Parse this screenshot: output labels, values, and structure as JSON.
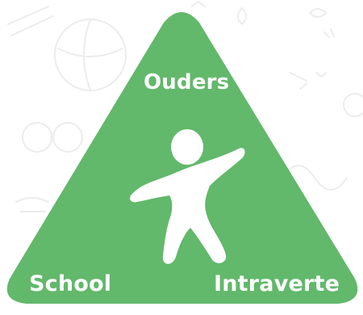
{
  "colors": {
    "triangle_fill": "#62b86b",
    "label_text": "#ffffff",
    "figure_fill": "#ffffff",
    "doodle_stroke": "#ececec"
  },
  "diagram": {
    "labels": {
      "top": "Ouders",
      "bottom_left": "School",
      "bottom_right": "Intraverte"
    },
    "center_icon": "person-figure-icon"
  }
}
